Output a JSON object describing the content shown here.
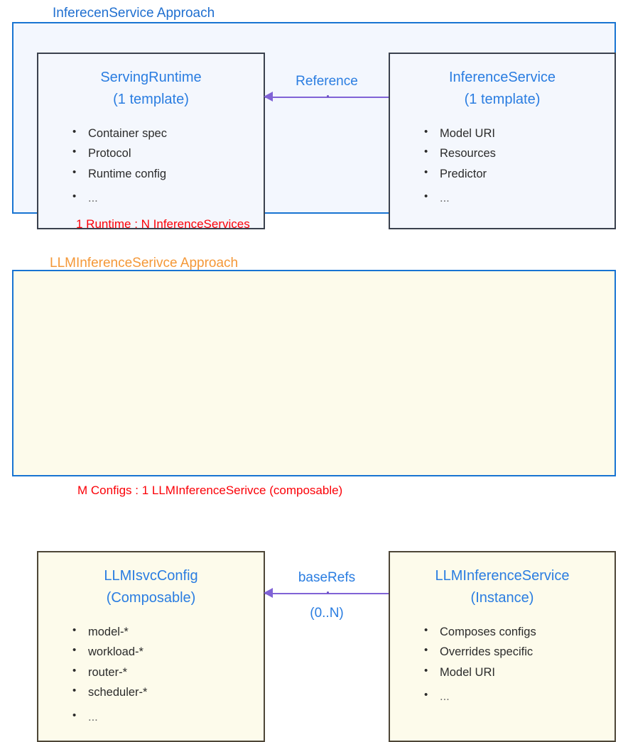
{
  "diagram": {
    "title_top": "InferecenService Approach",
    "title_bottom": "LLMInferenceSerivce Approach",
    "caption_top": "1 Runtime : N InferenceServices",
    "caption_bottom": "M Configs : 1 LLMInferenceSerivce (composable)",
    "colors": {
      "title_top": "#1f6fd0",
      "title_bottom": "#f49838",
      "panel_border": "#1874d2",
      "panel_top_fill": "#f3f7fe",
      "panel_bottom_fill": "#fdfbeb",
      "entity_title": "#2a7de1",
      "entity_top_border": "#3a414d",
      "entity_bottom_border": "#4d4637",
      "arrow": "#8063d6",
      "caption": "#fb0007",
      "bullet_text": "#2b2b2b"
    }
  },
  "top_section": {
    "left_entity": {
      "name": "ServingRuntime",
      "subtitle": "(1 template)",
      "items": [
        "Container spec",
        "Protocol",
        "Runtime config",
        "..."
      ]
    },
    "right_entity": {
      "name": "InferenceService",
      "subtitle": "(1 template)",
      "items": [
        "Model URI",
        "Resources",
        "Predictor",
        "..."
      ]
    },
    "connector": {
      "label": "Reference",
      "cardinality": "",
      "direction": "right-to-left",
      "arrow_icon": "left-arrow-icon"
    }
  },
  "bottom_section": {
    "left_entity": {
      "name": "LLMIsvcConfig",
      "subtitle": "(Composable)",
      "items": [
        "model-*",
        "workload-*",
        "router-*",
        "scheduler-*",
        "..."
      ]
    },
    "right_entity": {
      "name": "LLMInferenceService",
      "subtitle": "(Instance)",
      "items": [
        "Composes configs",
        "Overrides specific",
        "Model URI",
        "..."
      ]
    },
    "connector": {
      "label": "baseRefs",
      "cardinality": "(0..N)",
      "direction": "right-to-left",
      "arrow_icon": "left-arrow-icon"
    }
  }
}
